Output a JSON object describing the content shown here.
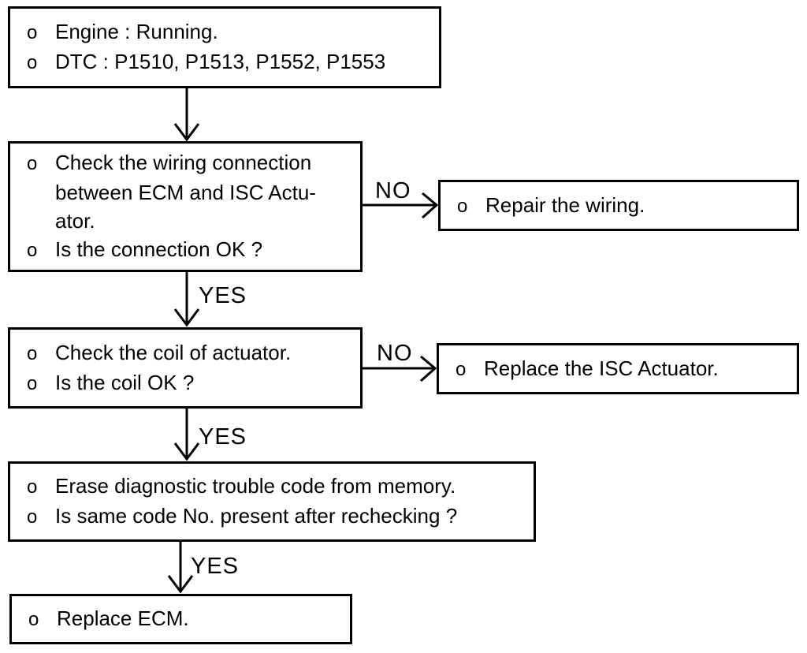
{
  "flowchart": {
    "start": {
      "lines": [
        {
          "bullet": "o",
          "text": "Engine : Running."
        },
        {
          "bullet": "o",
          "text": "DTC : P1510, P1513, P1552, P1553"
        }
      ]
    },
    "check_wiring": {
      "lines": [
        {
          "bullet": "o",
          "text": "Check the wiring connection"
        },
        {
          "text": "between ECM and ISC Actu-"
        },
        {
          "text": "ator."
        },
        {
          "bullet": "o",
          "text": "Is the connection OK ?"
        }
      ]
    },
    "repair_wiring": {
      "lines": [
        {
          "bullet": "o",
          "text": "Repair the wiring."
        }
      ]
    },
    "check_coil": {
      "lines": [
        {
          "bullet": "o",
          "text": "Check the coil of actuator."
        },
        {
          "bullet": "o",
          "text": "Is the coil OK ?"
        }
      ]
    },
    "replace_actuator": {
      "lines": [
        {
          "bullet": "o",
          "text": "Replace the ISC Actuator."
        }
      ]
    },
    "erase_code": {
      "lines": [
        {
          "bullet": "o",
          "text": "Erase diagnostic trouble code from memory."
        },
        {
          "bullet": "o",
          "text": "Is same code No. present after rechecking ?"
        }
      ]
    },
    "replace_ecm": {
      "lines": [
        {
          "bullet": "o",
          "text": "Replace ECM."
        }
      ]
    },
    "labels": {
      "yes": "YES",
      "no": "NO"
    },
    "colors": {
      "ink": "#000000",
      "paper": "#ffffff"
    }
  }
}
